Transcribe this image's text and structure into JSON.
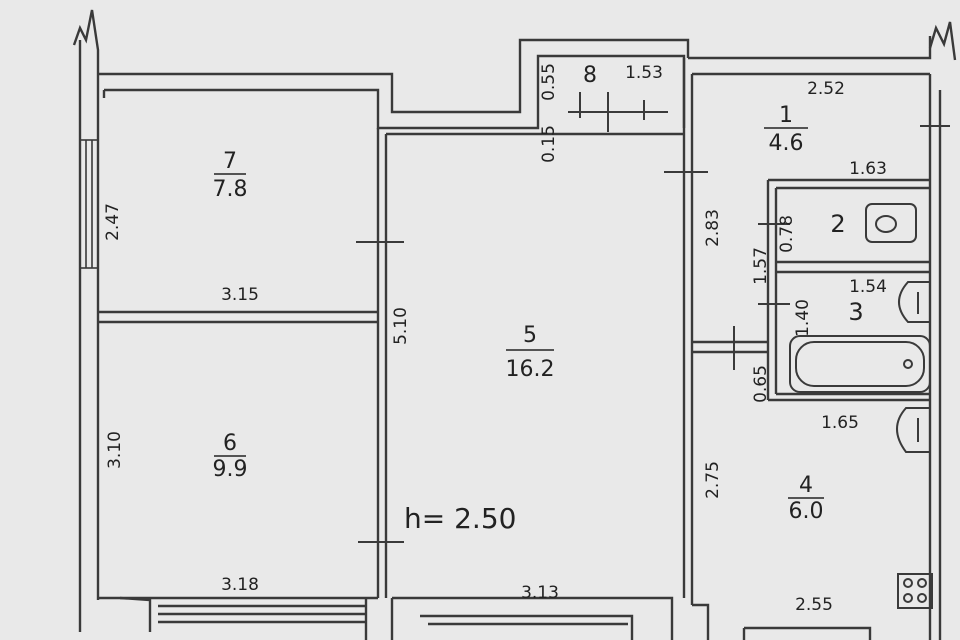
{
  "ceiling_height": "h= 2.50",
  "rooms": [
    {
      "number": "1",
      "area": "4.6"
    },
    {
      "number": "2"
    },
    {
      "number": "3"
    },
    {
      "number": "4",
      "area": "6.0"
    },
    {
      "number": "5",
      "area": "16.2"
    },
    {
      "number": "6",
      "area": "9.9"
    },
    {
      "number": "7",
      "area": "7.8"
    },
    {
      "number": "8"
    }
  ],
  "dimensions": {
    "room7_height": "2.47",
    "room7_width": "3.15",
    "room6_height": "3.10",
    "room6_width": "3.18",
    "room5_height": "5.10",
    "room5_width": "3.13",
    "room8_width": "1.53",
    "room8_height": "0.55",
    "room8_wall": "0.15",
    "room1_width": "2.52",
    "room1_height": "2.83",
    "room2_width": "1.63",
    "room2_height": "0.78",
    "bath_height": "1.57",
    "room3_width": "1.54",
    "room3_height": "1.40",
    "room3_offset": "0.65",
    "room4_top_width": "1.65",
    "room4_height": "2.75",
    "room4_width": "2.55"
  },
  "colors": {
    "wall": "#3a3a3a",
    "paper": "#e9e9e9",
    "line": "#444444"
  }
}
